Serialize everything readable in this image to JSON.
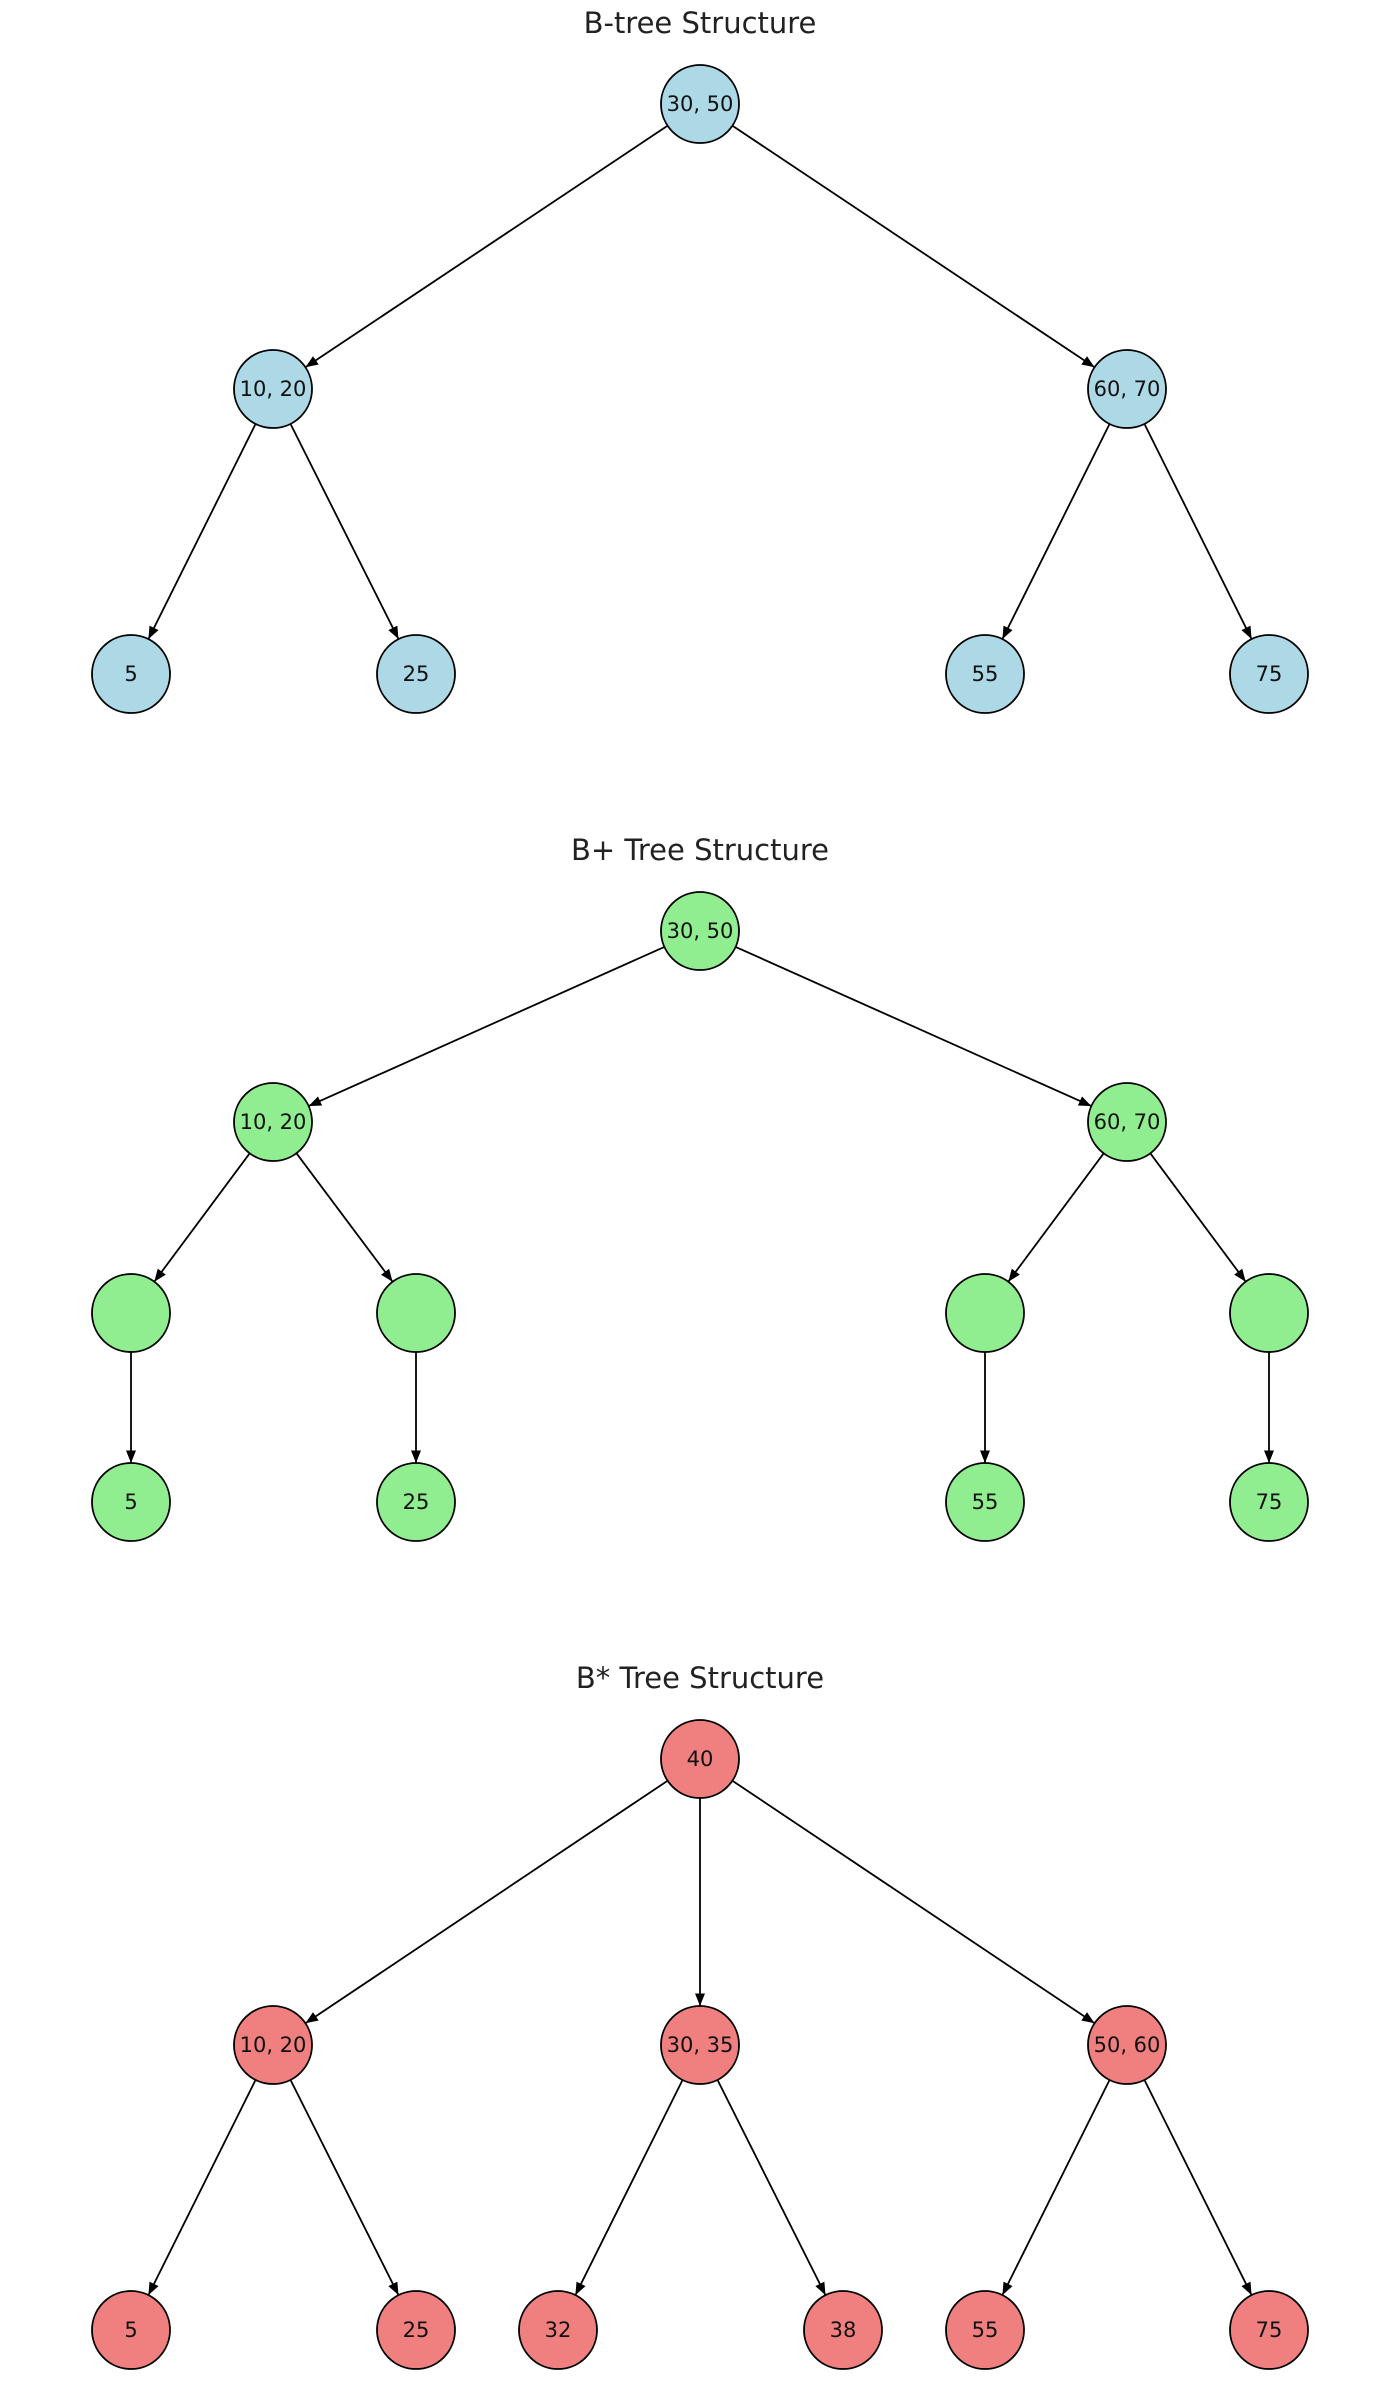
{
  "colors": {
    "btree_fill": "#add8e6",
    "bplus_fill": "#90ee90",
    "bstar_fill": "#f08080",
    "stroke": "#000000"
  },
  "trees": [
    {
      "id": "btree",
      "title": "B-tree Structure",
      "fill_key": "btree_fill",
      "nodes": [
        {
          "id": "root",
          "label": "30, 50"
        },
        {
          "id": "left",
          "label": "10, 20"
        },
        {
          "id": "right",
          "label": "60, 70"
        },
        {
          "id": "leaf-5",
          "label": "5"
        },
        {
          "id": "leaf-25",
          "label": "25"
        },
        {
          "id": "leaf-55",
          "label": "55"
        },
        {
          "id": "leaf-75",
          "label": "75"
        }
      ],
      "edges": [
        [
          "root",
          "left"
        ],
        [
          "root",
          "right"
        ],
        [
          "left",
          "leaf-5"
        ],
        [
          "left",
          "leaf-25"
        ],
        [
          "right",
          "leaf-55"
        ],
        [
          "right",
          "leaf-75"
        ]
      ]
    },
    {
      "id": "bplus",
      "title": "B+ Tree Structure",
      "fill_key": "bplus_fill",
      "nodes": [
        {
          "id": "root",
          "label": "30, 50"
        },
        {
          "id": "left",
          "label": "10, 20"
        },
        {
          "id": "right",
          "label": "60, 70"
        },
        {
          "id": "mid-1",
          "label": ""
        },
        {
          "id": "mid-2",
          "label": ""
        },
        {
          "id": "mid-3",
          "label": ""
        },
        {
          "id": "mid-4",
          "label": ""
        },
        {
          "id": "leaf-5",
          "label": "5"
        },
        {
          "id": "leaf-25",
          "label": "25"
        },
        {
          "id": "leaf-55",
          "label": "55"
        },
        {
          "id": "leaf-75",
          "label": "75"
        }
      ],
      "edges": [
        [
          "root",
          "left"
        ],
        [
          "root",
          "right"
        ],
        [
          "left",
          "mid-1"
        ],
        [
          "left",
          "mid-2"
        ],
        [
          "right",
          "mid-3"
        ],
        [
          "right",
          "mid-4"
        ],
        [
          "mid-1",
          "leaf-5"
        ],
        [
          "mid-2",
          "leaf-25"
        ],
        [
          "mid-3",
          "leaf-55"
        ],
        [
          "mid-4",
          "leaf-75"
        ]
      ]
    },
    {
      "id": "bstar",
      "title": "B* Tree Structure",
      "fill_key": "bstar_fill",
      "nodes": [
        {
          "id": "root",
          "label": "40"
        },
        {
          "id": "left",
          "label": "10, 20"
        },
        {
          "id": "middle",
          "label": "30, 35"
        },
        {
          "id": "right",
          "label": "50, 60"
        },
        {
          "id": "leaf-5",
          "label": "5"
        },
        {
          "id": "leaf-25",
          "label": "25"
        },
        {
          "id": "leaf-32",
          "label": "32"
        },
        {
          "id": "leaf-38",
          "label": "38"
        },
        {
          "id": "leaf-55",
          "label": "55"
        },
        {
          "id": "leaf-75",
          "label": "75"
        }
      ],
      "edges": [
        [
          "root",
          "left"
        ],
        [
          "root",
          "middle"
        ],
        [
          "root",
          "right"
        ],
        [
          "left",
          "leaf-5"
        ],
        [
          "left",
          "leaf-25"
        ],
        [
          "middle",
          "leaf-32"
        ],
        [
          "middle",
          "leaf-38"
        ],
        [
          "right",
          "leaf-55"
        ],
        [
          "right",
          "leaf-75"
        ]
      ]
    }
  ]
}
